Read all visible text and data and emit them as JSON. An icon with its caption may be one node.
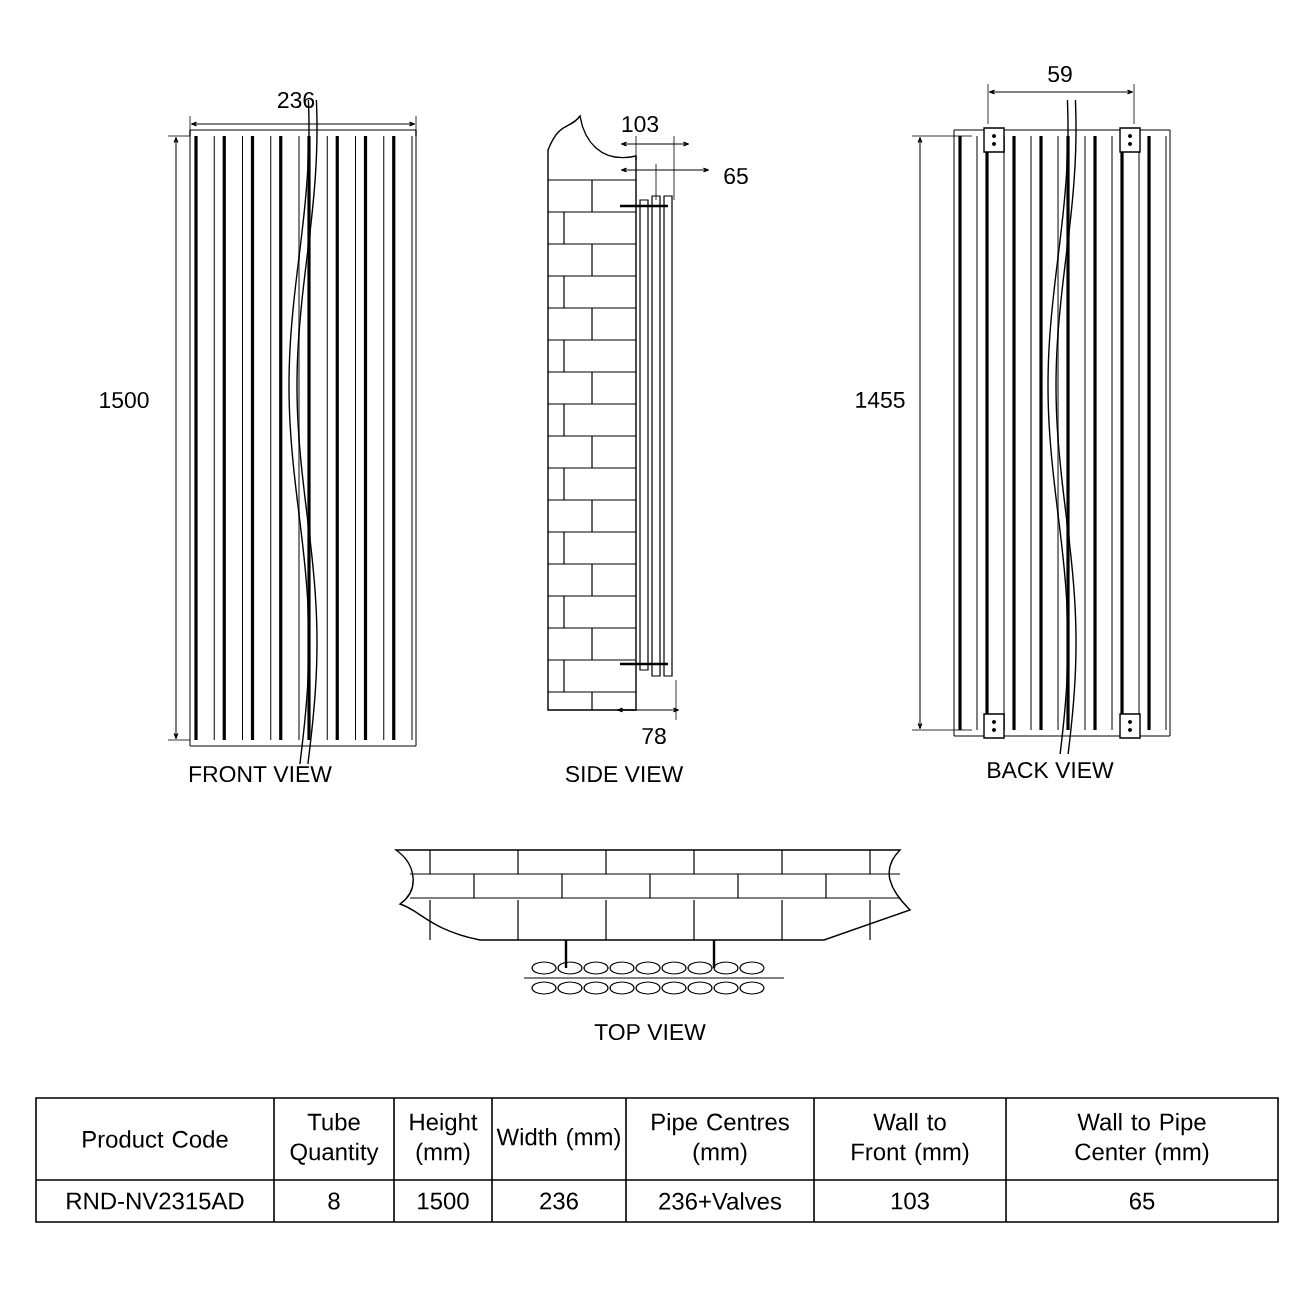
{
  "diagram": {
    "labels": [
      "236",
      "1500",
      "FRONT VIEW",
      "103",
      "65",
      "78",
      "SIDE VIEW",
      "59",
      "1455",
      "BACK VIEW",
      "TOP VIEW",
      "Product Code",
      "Tube Quantity",
      "Height (mm)",
      "Width (mm)",
      "Pipe Centres (mm)",
      "Wall to Front (mm)",
      "Wall to Pipe Center (mm)",
      "RND-NV2315AD",
      "8",
      "1500",
      "236",
      "236+Valves",
      "103",
      "65"
    ]
  }
}
